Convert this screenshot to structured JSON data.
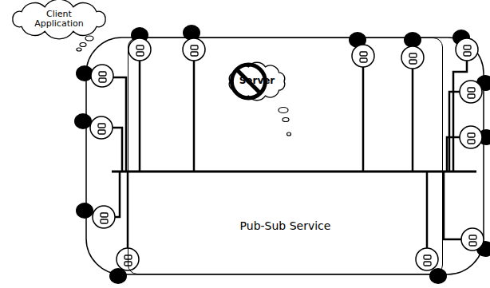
{
  "diagram": {
    "nodes": [
      {
        "text": [
          "Client Application"
        ]
      },
      {
        "text": [
          "Pub-Sub Service"
        ]
      },
      {
        "text": [
          "Server"
        ],
        "in": 1
      }
    ]
  }
}
